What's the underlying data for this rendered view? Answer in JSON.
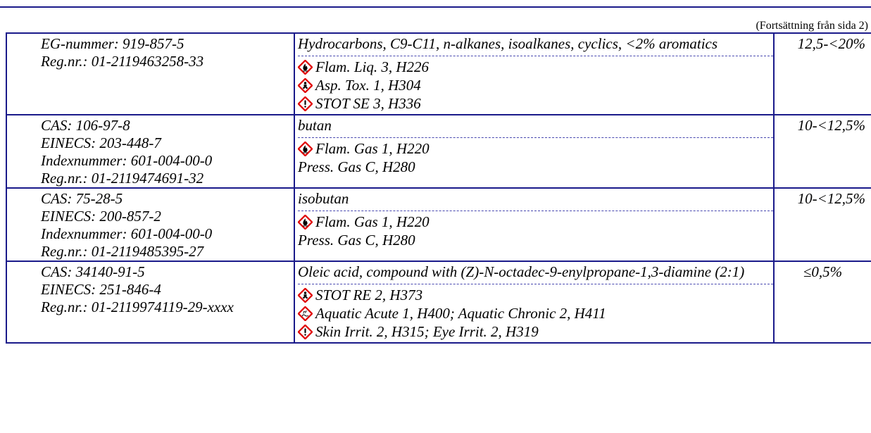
{
  "continuation_note": "(Fortsättning från sida 2)",
  "rows": [
    {
      "ids": [
        "EG-nummer: 919-857-5",
        "Reg.nr.: 01-2119463258-33"
      ],
      "substance": "Hydrocarbons, C9-C11, n-alkanes, isoalkanes, cyclics, <2% aromatics",
      "classifications": [
        {
          "icon": "flame-icon",
          "text": "Flam. Liq. 3, H226"
        },
        {
          "icon": "health-hazard-icon",
          "text": "Asp. Tox. 1, H304"
        },
        {
          "icon": "exclamation-icon",
          "text": "STOT SE 3, H336"
        }
      ],
      "concentration": "12,5-<20%"
    },
    {
      "ids": [
        "CAS: 106-97-8",
        "EINECS: 203-448-7",
        "Indexnummer: 601-004-00-0",
        "Reg.nr.: 01-2119474691-32"
      ],
      "substance": "butan",
      "classifications": [
        {
          "icon": "flame-icon",
          "text": "Flam. Gas 1, H220"
        },
        {
          "icon": "",
          "text": "Press. Gas C, H280"
        }
      ],
      "concentration": "10-<12,5%"
    },
    {
      "ids": [
        "CAS: 75-28-5",
        "EINECS: 200-857-2",
        "Indexnummer: 601-004-00-0",
        "Reg.nr.: 01-2119485395-27"
      ],
      "substance": "isobutan",
      "classifications": [
        {
          "icon": "flame-icon",
          "text": "Flam. Gas 1, H220"
        },
        {
          "icon": "",
          "text": "Press. Gas C, H280"
        }
      ],
      "concentration": "10-<12,5%"
    },
    {
      "ids": [
        "CAS: 34140-91-5",
        "EINECS: 251-846-4",
        "Reg.nr.: 01-2119974119-29-xxxx"
      ],
      "substance": "Oleic acid, compound with (Z)-N-octadec-9-enylpropane-1,3-diamine (2:1)",
      "classifications": [
        {
          "icon": "health-hazard-icon",
          "text": "STOT RE 2, H373"
        },
        {
          "icon": "environment-icon",
          "text": "Aquatic Acute 1, H400; Aquatic Chronic 2, H411"
        },
        {
          "icon": "exclamation-icon",
          "text": "Skin Irrit. 2, H315; Eye Irrit. 2, H319"
        }
      ],
      "concentration": "≤0,5%"
    }
  ],
  "colors": {
    "border": "#1a1a8a",
    "pictogram_border": "#e00000"
  }
}
